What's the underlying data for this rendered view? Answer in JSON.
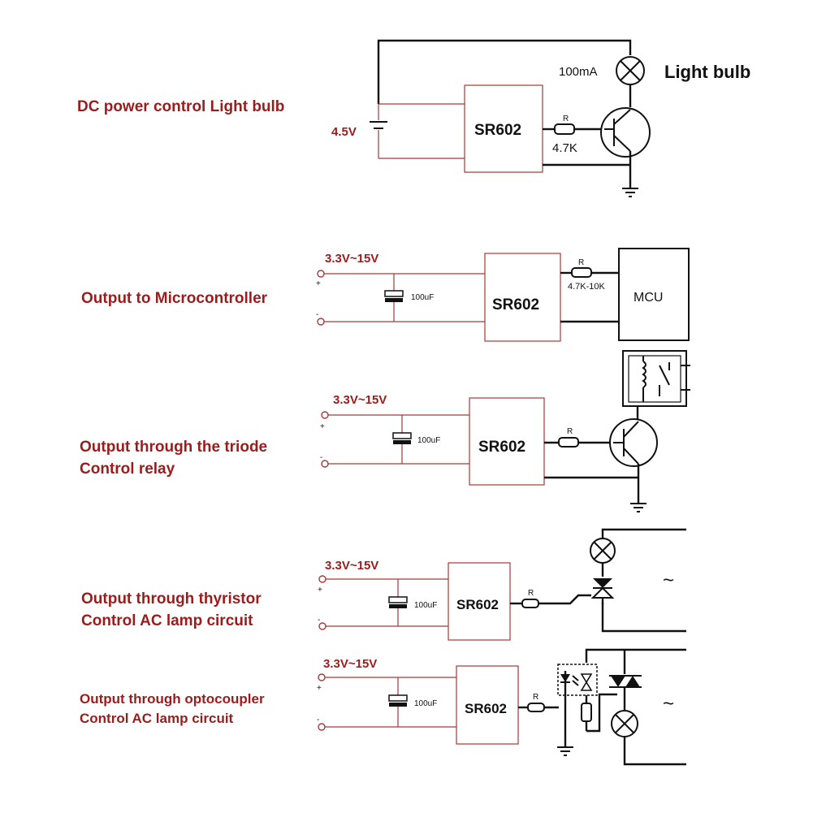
{
  "sections": [
    {
      "title_lines": [
        "DC power control Light bulb"
      ],
      "battery_label": "4.5V",
      "module_label": "SR602",
      "resistor_label": "4.7K",
      "lamp_label": "100mA",
      "lamp_name": "Light bulb"
    },
    {
      "title_lines": [
        "Output to Microcontroller"
      ],
      "voltage_label": "3.3V~15V",
      "cap_label": "100uF",
      "module_label": "SR602",
      "resistor_label": "4.7K-10K",
      "mcu_label": "MCU"
    },
    {
      "title_lines": [
        "Output through the triode",
        "Control relay"
      ],
      "voltage_label": "3.3V~15V",
      "cap_label": "100uF",
      "module_label": "SR602"
    },
    {
      "title_lines": [
        "Output through thyristor",
        "Control AC lamp circuit"
      ],
      "voltage_label": "3.3V~15V",
      "cap_label": "100uF",
      "module_label": "SR602",
      "ac_symbol": "~"
    },
    {
      "title_lines": [
        "Output through optocoupler",
        "Control AC lamp circuit"
      ],
      "voltage_label": "3.3V~15V",
      "cap_label": "100uF",
      "module_label": "SR602",
      "ac_symbol": "~"
    }
  ],
  "terminal_plus": "+",
  "terminal_minus": "-",
  "resistor_marker": "R"
}
